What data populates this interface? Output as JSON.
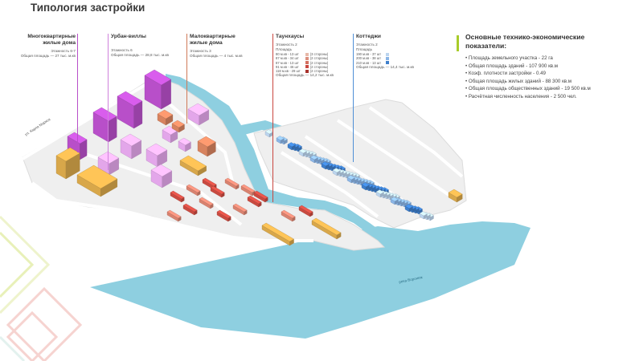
{
  "title": "Типология застройки",
  "categories": [
    {
      "id": "multi",
      "title": "Многоквартирные\nжилые дома",
      "lines": [
        "Этажность 6-7",
        "Общая площадь — 27 тыс. м.кв"
      ],
      "color": "#b84fc9"
    },
    {
      "id": "urban",
      "title": "Урбан-виллы",
      "lines": [
        "Этажность 6",
        "Общая площадь — 28,8 тыс. м.кв"
      ],
      "color": "#cf82db"
    },
    {
      "id": "low",
      "title": "Малоквартирные\nжилые дома",
      "lines": [
        "Этажность 3",
        "Общая площадь — 4 тыс. м.кв"
      ],
      "color": "#d07a58"
    },
    {
      "id": "town",
      "title": "Таунхаусы",
      "lines": [
        "Этажность 2",
        "Площадь"
      ],
      "color": "#c9463f",
      "rows": [
        [
          "80 м.кв - 13 шт",
          "(3 стороны)"
        ],
        [
          "87 м.кв - 34 шт",
          "(2 стороны)"
        ],
        [
          "87 м.кв - 13 шт",
          "(2 стороны)"
        ],
        [
          "91 м.кв - 46 шт",
          "(2 стороны)"
        ],
        [
          "118 м.кв - 29 шт",
          "(2 стороны)"
        ]
      ],
      "total": "Общая площадь — 14,2 тыс. м.кв"
    },
    {
      "id": "cott",
      "title": "Коттеджи",
      "lines": [
        "Этажность 2",
        "Площадь"
      ],
      "color": "#4f8fd6",
      "rows": [
        [
          "190 м.кв - 37 шт"
        ],
        [
          "200 м.кв - 38 шт"
        ],
        [
          "210 м.кв - 13 шт"
        ]
      ],
      "total": "Общая площадь — 14,4 тыс. м.кв"
    }
  ],
  "indicators": {
    "title": "Основные технико-экономические\nпоказатели:",
    "items": [
      "Площадь земельного участка - 22 га",
      "Общая площадь зданий - 107 900 кв.м",
      "Коэф. плотности застройки - 0.49",
      "Общая площадь жилых зданий - 88 300 кв.м",
      "Общая площадь общественных зданий - 19 500 кв.м",
      "Расчётная численность населения - 2 500 чел."
    ]
  },
  "map": {
    "street": "ул. Карла Маркса",
    "river": "река Воронеж"
  },
  "colors": {
    "accent": "#a9cc2a",
    "water": "#8ecfe0",
    "road": "#e7e7e7",
    "multi": "#b84fc9",
    "urban": "#e3a6ea",
    "low": "#d7835f",
    "town": "#c94a40",
    "cott": "#4f8fd6",
    "public": "#d8a74a"
  }
}
